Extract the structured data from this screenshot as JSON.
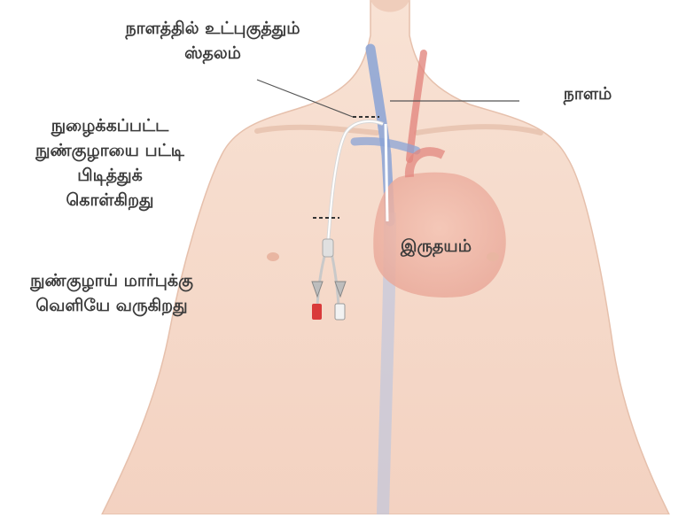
{
  "labels": {
    "insertion_site": [
      "நாளத்தில் உட்புகுத்தும்",
      "ஸ்தலம்"
    ],
    "vein": "நாளம்",
    "cuff": [
      "நுழைக்கப்பட்ட",
      "நுண்குழாயை பட்டி",
      "பிடித்துக்",
      "கொள்கிறது"
    ],
    "catheter_exit": [
      "நுண்குழாய் மார்புக்கு",
      "வெளியே வருகிறது"
    ],
    "heart": "இருதயம்"
  },
  "colors": {
    "skin": "#f6dccd",
    "skin_shadow": "#ecc3ae",
    "vein_blue": "#8aa3d6",
    "artery_red": "#e2877f",
    "heart": "#f0b8a8",
    "catheter_clamp_red": "#d93a3a",
    "leader_line": "#555555"
  }
}
